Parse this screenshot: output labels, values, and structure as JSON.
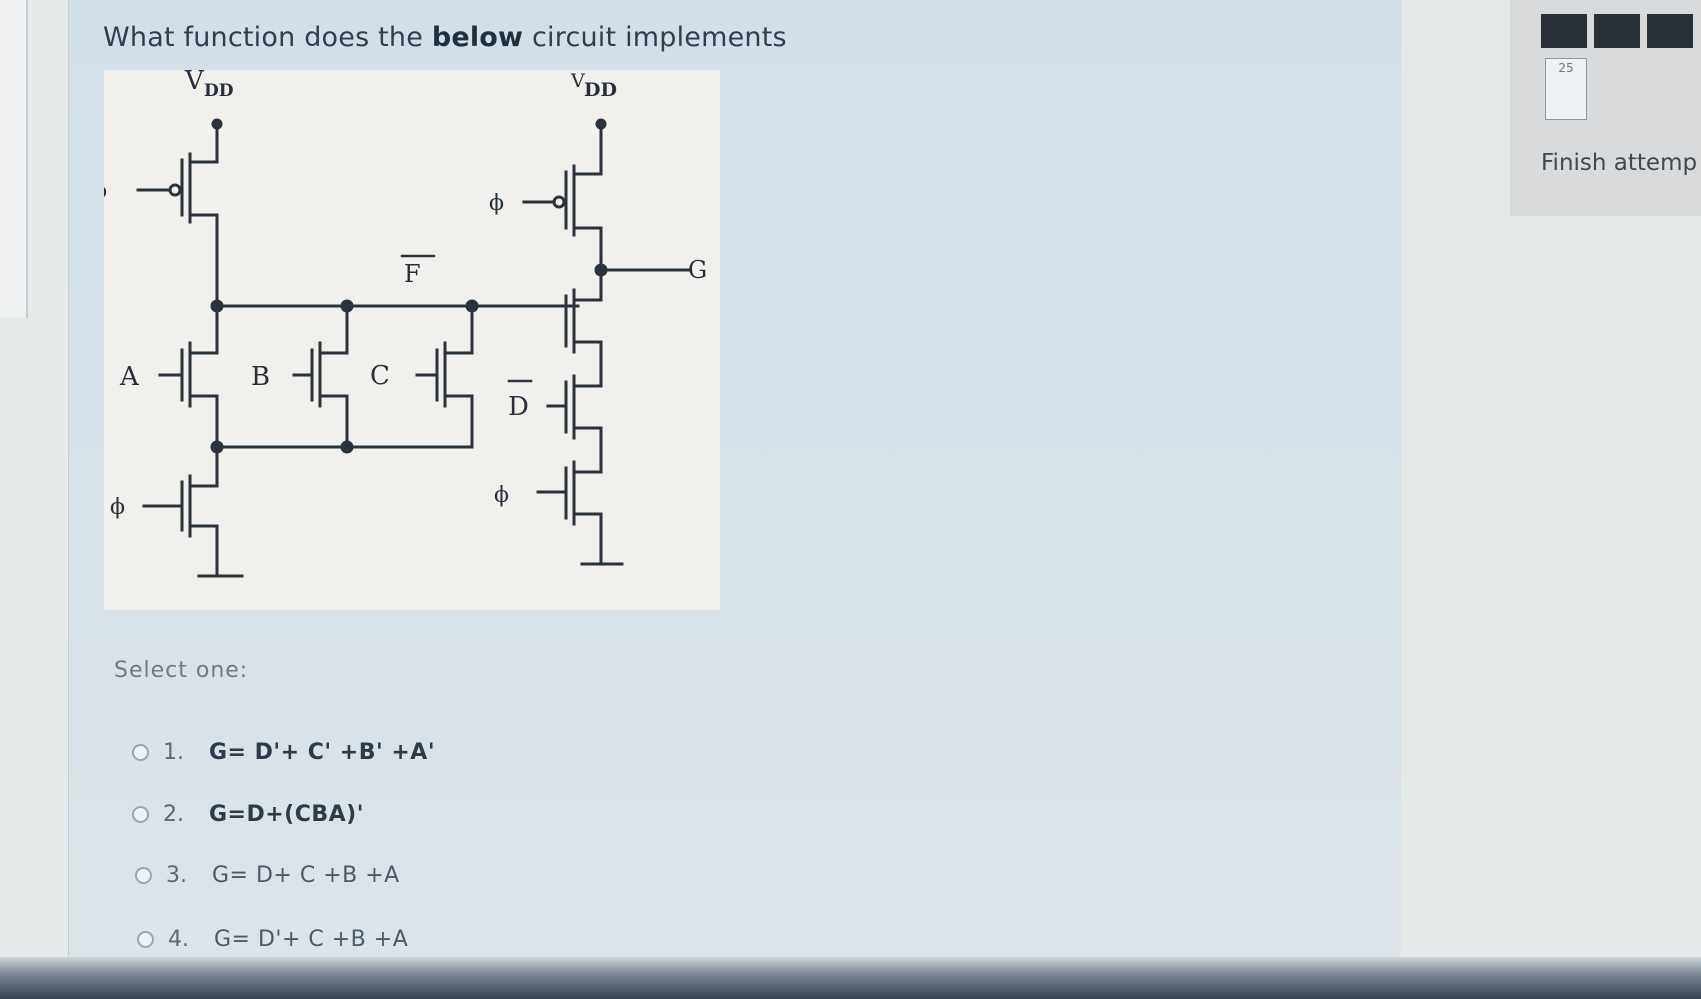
{
  "question": {
    "text_prefix": "What function does the ",
    "text_bold": "below",
    "text_suffix": " circuit implements"
  },
  "circuit": {
    "labels": {
      "vdd_left": "V",
      "vdd_left_sub": "DD",
      "vdd_right": "V",
      "vdd_right_sub": "DD",
      "phi": "ϕ",
      "f": "F",
      "g": "G",
      "a": "A",
      "b": "B",
      "c": "C",
      "d": "D"
    }
  },
  "select_prompt": "Select one:",
  "options": [
    {
      "num": "1.",
      "text": "G= D'+ C' +B' +A'"
    },
    {
      "num": "2.",
      "text": "G=D+(CBA)'"
    },
    {
      "num": "3.",
      "text": "G= D+ C +B +A"
    },
    {
      "num": "4.",
      "text": "G= D'+ C +B +A"
    }
  ],
  "nav": {
    "box_number": "25",
    "finish_label": "Finish attemp"
  }
}
